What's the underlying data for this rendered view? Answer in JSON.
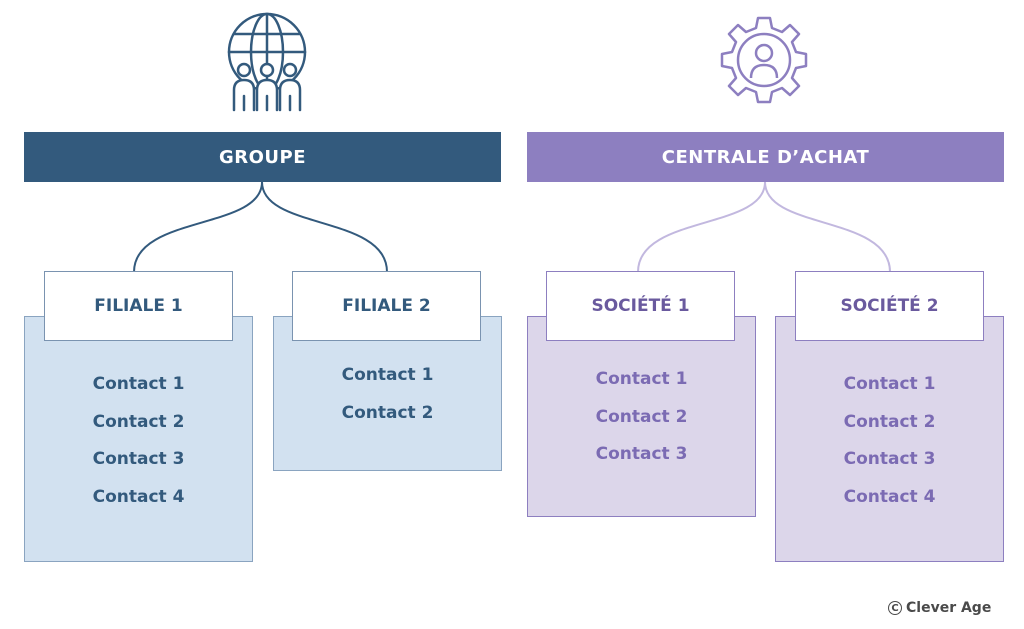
{
  "groupe": {
    "title": "GROUPE",
    "color": "#335a7d",
    "icon": "globe-people-icon",
    "children": [
      {
        "label": "FILIALE 1",
        "contacts": [
          "Contact 1",
          "Contact 2",
          "Contact 3",
          "Contact 4"
        ]
      },
      {
        "label": "FILIALE 2",
        "contacts": [
          "Contact 1",
          "Contact 2"
        ]
      }
    ]
  },
  "centrale": {
    "title": "CENTRALE D’ACHAT",
    "color": "#8d7fc0",
    "icon": "gear-person-icon",
    "children": [
      {
        "label": "SOCIÉTÉ 1",
        "contacts": [
          "Contact 1",
          "Contact 2",
          "Contact 3"
        ]
      },
      {
        "label": "SOCIÉTÉ 2",
        "contacts": [
          "Contact 1",
          "Contact 2",
          "Contact 3",
          "Contact 4"
        ]
      }
    ]
  },
  "footer": {
    "brand": "Clever Age",
    "copyright_symbol": "C"
  }
}
